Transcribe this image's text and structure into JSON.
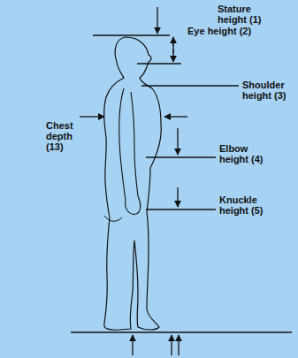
{
  "diagram": {
    "labels": [
      "Stature height (1)",
      "Eye height (2)",
      "Shoulder height (3)",
      "Chest depth (13)",
      "Elbow height (4)",
      "Knuckle height (5)"
    ]
  }
}
